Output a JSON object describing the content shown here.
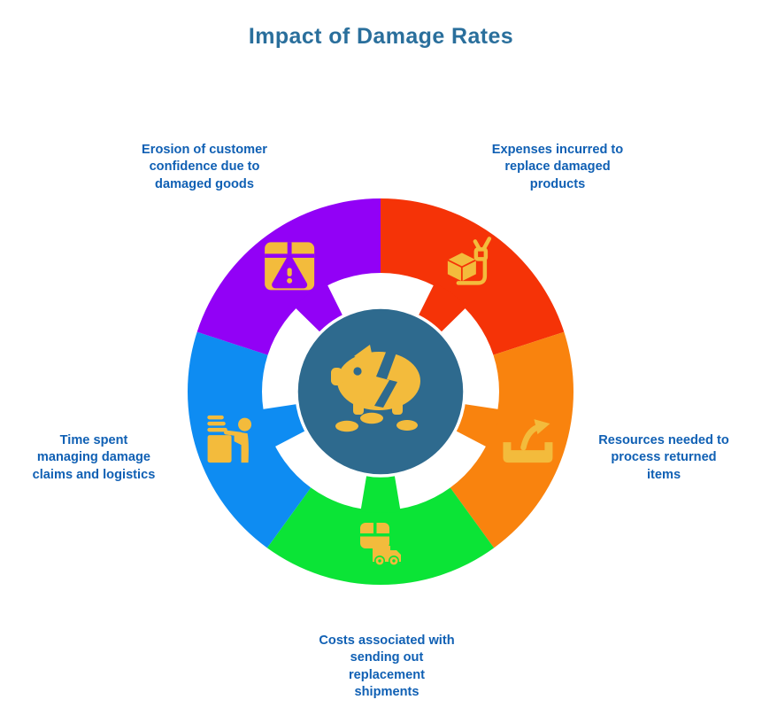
{
  "title": {
    "text": "Impact of Damage Rates"
  },
  "colors": {
    "title": "#2A6F9C",
    "label": "#1060B4",
    "icon_gold": "#F3BB3C",
    "center_fill": "#2E6A8E",
    "center_border": "#FFFFFF",
    "background": "#FFFFFF"
  },
  "center": {
    "name": "damage-cost-hub",
    "icon": "broken-piggy-bank-icon"
  },
  "segments": [
    {
      "name": "replacement-expenses",
      "color": "#F53307",
      "icon": "hand-truck-icon",
      "label": "Expenses incurred to\nreplace damaged\nproducts"
    },
    {
      "name": "returns-processing",
      "color": "#F9830E",
      "icon": "return-tray-icon",
      "label": "Resources needed to\nprocess returned\nitems"
    },
    {
      "name": "replacement-shipments",
      "color": "#0BE436",
      "icon": "delivery-truck-icon",
      "label": "Costs associated with\nsending out\nreplacement\nshipments"
    },
    {
      "name": "claims-management",
      "color": "#0E8CF2",
      "icon": "claims-desk-icon",
      "label": "Time spent\nmanaging damage\nclaims and logistics"
    },
    {
      "name": "customer-confidence",
      "color": "#9201F6",
      "icon": "damaged-box-icon",
      "label": "Erosion of customer\nconfidence due to\ndamaged goods"
    }
  ]
}
